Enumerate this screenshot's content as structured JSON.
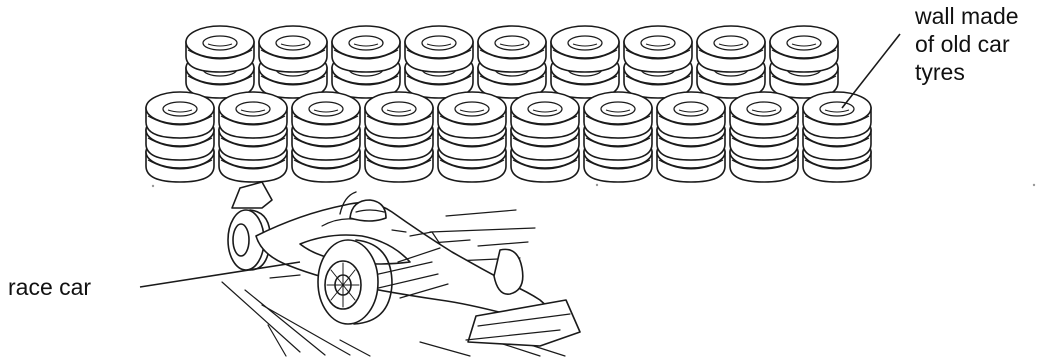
{
  "labels": {
    "wall": [
      "wall made",
      "of old car",
      "tyres"
    ],
    "race_car": "race car"
  },
  "icons": {
    "tyre_wall": "tyre-wall-illustration",
    "race_car": "race-car-illustration"
  },
  "colors": {
    "ink": "#1a1a1a",
    "background": "#ffffff"
  }
}
